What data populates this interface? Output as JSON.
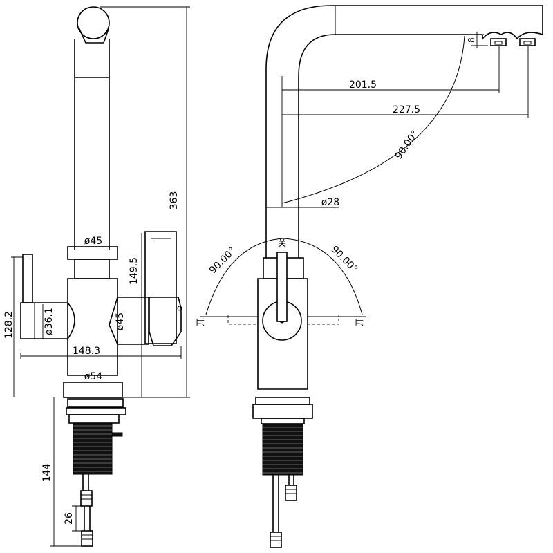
{
  "dimensions": {
    "overall_height": "363",
    "handle_offset": "149.5",
    "body_height": "128.2",
    "body_width": "148.3",
    "body_diameter": "ø36.1",
    "handle_diameter": "ø45",
    "spout_collar_diameter": "ø45",
    "base_diameter": "ø54",
    "shank_length": "144",
    "hose_fitting_length": "26",
    "spout_reach_inner": "201.5",
    "spout_reach_outer": "227.5",
    "spout_diameter": "ø28",
    "spout_swivel_angle": "90.00°",
    "handle_angle_left": "90.00°",
    "handle_angle_right": "90.00°",
    "outlet_height": "8"
  },
  "symbols": {
    "hot_left": "开",
    "hot_right": "开",
    "cold_top": "关"
  }
}
